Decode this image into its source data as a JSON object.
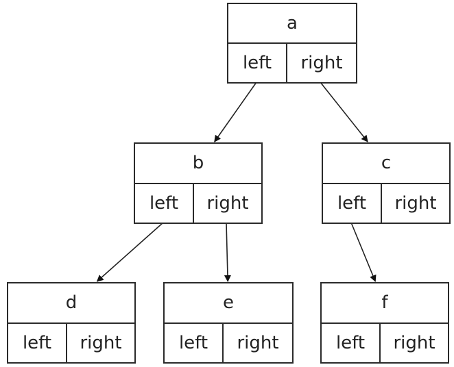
{
  "nodes": {
    "a": {
      "label": "a",
      "left": "left",
      "right": "right"
    },
    "b": {
      "label": "b",
      "left": "left",
      "right": "right"
    },
    "c": {
      "label": "c",
      "left": "left",
      "right": "right"
    },
    "d": {
      "label": "d",
      "left": "left",
      "right": "right"
    },
    "e": {
      "label": "e",
      "left": "left",
      "right": "right"
    },
    "f": {
      "label": "f",
      "left": "left",
      "right": "right"
    }
  },
  "edges": [
    {
      "from": "a",
      "port": "left",
      "to": "b"
    },
    {
      "from": "a",
      "port": "right",
      "to": "c"
    },
    {
      "from": "b",
      "port": "left",
      "to": "d"
    },
    {
      "from": "b",
      "port": "right",
      "to": "e"
    },
    {
      "from": "c",
      "port": "left",
      "to": "f"
    }
  ]
}
